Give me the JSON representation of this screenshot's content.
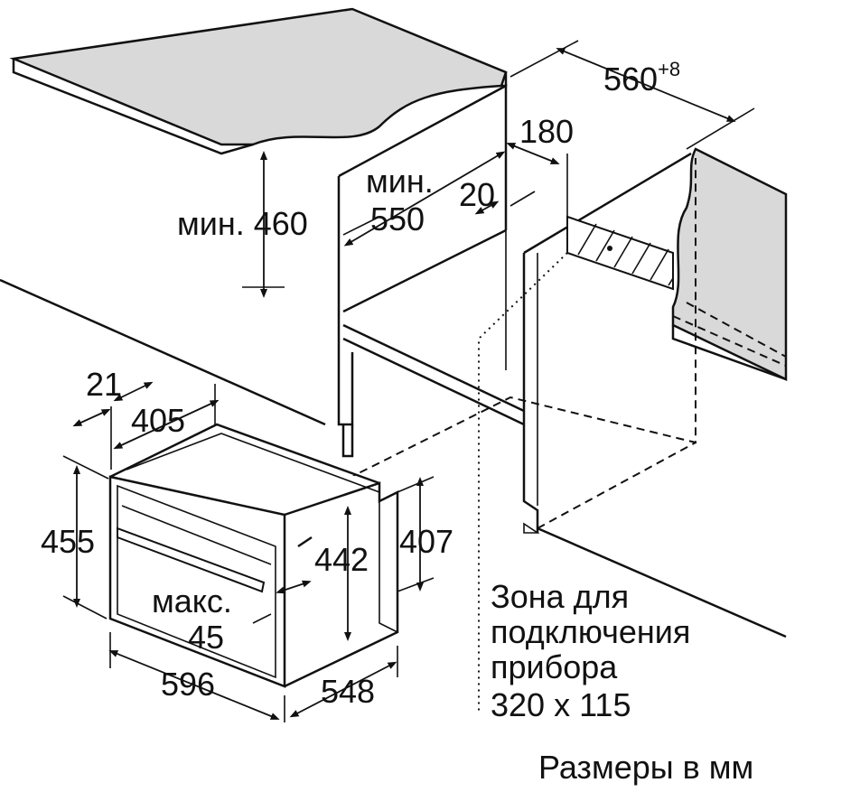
{
  "title": "Размеры в мм",
  "cabinet": {
    "width_label": "560",
    "width_tolerance": "+8",
    "depth_180": "180",
    "min_depth_prefix": "мин.",
    "min_depth_value": "550",
    "gap_20": "20",
    "min_height_label": "мин. 460"
  },
  "appliance": {
    "front_offset": "21",
    "depth_405": "405",
    "front_height": "455",
    "body_height": "442",
    "side_height": "407",
    "handle_prefix": "макс.",
    "handle_value": "45",
    "front_width": "596",
    "body_depth": "548"
  },
  "connection_zone": {
    "line1": "Зона для",
    "line2": "подключения",
    "line3": "прибора",
    "line4": "320 x 115"
  },
  "colors": {
    "worktop": "#d9d9d9",
    "line": "#111111"
  }
}
